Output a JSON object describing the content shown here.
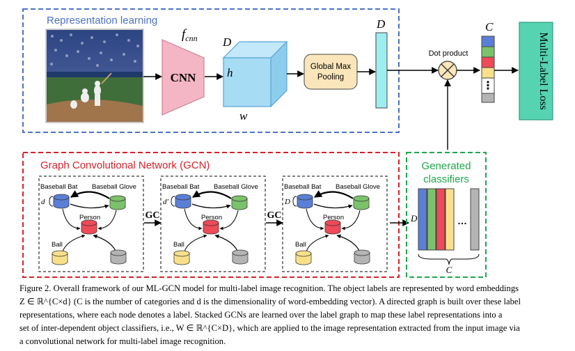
{
  "figure": {
    "repr_title": "Representation learning",
    "gcn_title": "Graph Convolutional Network (GCN)",
    "gen_title_1": "Generated",
    "gen_title_2": "classifiers",
    "cnn_label": "CNN",
    "f_label": "f",
    "f_sub": "cnn",
    "cube_D": "D",
    "cube_h": "h",
    "cube_w": "w",
    "pool_1": "Global Max",
    "pool_2": "Pooling",
    "feat_D": "D",
    "dot_label": "Dot product",
    "C_top": "C",
    "loss_label": "Multi-Label Loss",
    "gc_1": "GC",
    "gc_2": "GC",
    "gen_D": "D",
    "gen_C": "C",
    "gen_dots": "…",
    "stack_dots": "⋮",
    "graph": {
      "bat": "Baseball Bat",
      "glove": "Baseball Glove",
      "person": "Person",
      "ball": "Ball",
      "dim_1": "d",
      "dim_2": "d′",
      "dim_3": "D"
    },
    "colors": {
      "blue": "#5b7fd6",
      "green": "#7cc26a",
      "red": "#ee4a58",
      "yellow": "#f8e08b",
      "gray": "#b4b4b4",
      "cyan": "#9eeef0",
      "teal": "#56d4b2",
      "cube": "#a7dcf5",
      "pool": "#fae6ba",
      "cnn": "#f4b6c4",
      "repr_border": "#4a72c7",
      "gcn_border": "#d8202a",
      "gen_border": "#1ea74b"
    }
  },
  "caption": {
    "line_1": "Figure 2. Overall framework of our ML-GCN model for multi-label image recognition. The object labels are represented by word embeddings",
    "line_2": "Z ∈ ℝ^{C×d} (C is the number of categories and d is the dimensionality of word-embedding vector). A directed graph is built over these label",
    "line_3": "representations, where each node denotes a label. Stacked GCNs are learned over the label graph to map these label representations into a",
    "line_4": "set of inter-dependent object classifiers, i.e., W ∈ ℝ^{C×D}, which are applied to the image representation extracted from the input image via",
    "line_5": "a convolutional network for multi-label image recognition."
  }
}
